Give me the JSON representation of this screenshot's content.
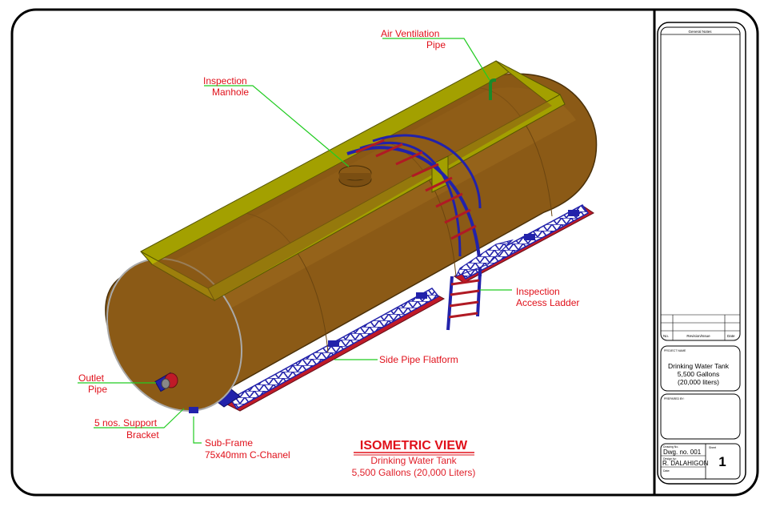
{
  "callouts": {
    "air_vent": [
      "Air Ventilation",
      "Pipe"
    ],
    "manhole": [
      "Inspection",
      "Manhole"
    ],
    "ladder": [
      "Inspection",
      "Access Ladder"
    ],
    "platform": "Side Pipe Flatform",
    "outlet": [
      "Outlet",
      "Pipe"
    ],
    "bracket": [
      "5 nos. Support",
      "Bracket"
    ],
    "subframe": [
      "Sub-Frame",
      "75x40mm C-Chanel"
    ]
  },
  "view": {
    "title": "ISOMETRIC VIEW",
    "subtitle1": "Drinking Water Tank",
    "subtitle2": "5,500 Gallons (20,000 Liters)"
  },
  "title_block": {
    "general_notes": "General Notes",
    "rev_no": "No.",
    "rev_issue": "Revision/Issue",
    "rev_date": "Date",
    "project_name_label": "PROJECT NAME",
    "project_line1": "Drinking Water Tank",
    "project_line2": "5,500 Gallons",
    "project_line3": "(20,000 liters)",
    "prepared_label": "PREPARED BY:",
    "drawing_no_label": "Drawing No.",
    "drawing_no": "Dwg. no. 001",
    "design_label": "Design by:",
    "designer": "R. DALAHIGON",
    "date_label": "Date:",
    "sheet_label": "Sheet",
    "sheet_no": "1"
  },
  "colors": {
    "tank": "#8B5A16",
    "walkway": "#A3A000",
    "ladder": "#B01A24",
    "frame": "#2222AA",
    "subframe": "#C01A28",
    "leader": "#22CC22",
    "label": "#E0101A",
    "subtitle": "#E0202A"
  }
}
